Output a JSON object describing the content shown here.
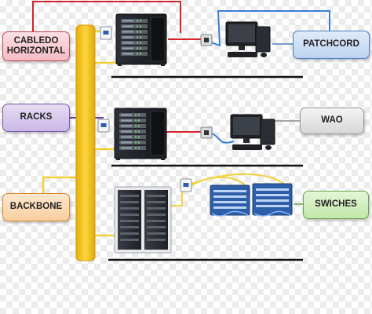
{
  "labels": {
    "cableado": "CABLEDO HORIZONTAL",
    "racks": "RACKS",
    "backbone": "BACKBONE",
    "patchcord": "PATCHCORD",
    "wao": "WAO",
    "swiches": "SWICHES"
  },
  "colors": {
    "backbone_pillar": "#f6c61b",
    "red_link": "#d4232b",
    "blue_link": "#3b7fd1",
    "purple_link": "#6b3fa0",
    "yellow_link": "#f2d23a",
    "rack_body": "#1c1f24",
    "floor_line": "#111111"
  },
  "icons": [
    "server-rack-icon",
    "network-outlet-icon",
    "computer-workstation-icon",
    "network-switch-icon",
    "data-cabinet-icon"
  ]
}
